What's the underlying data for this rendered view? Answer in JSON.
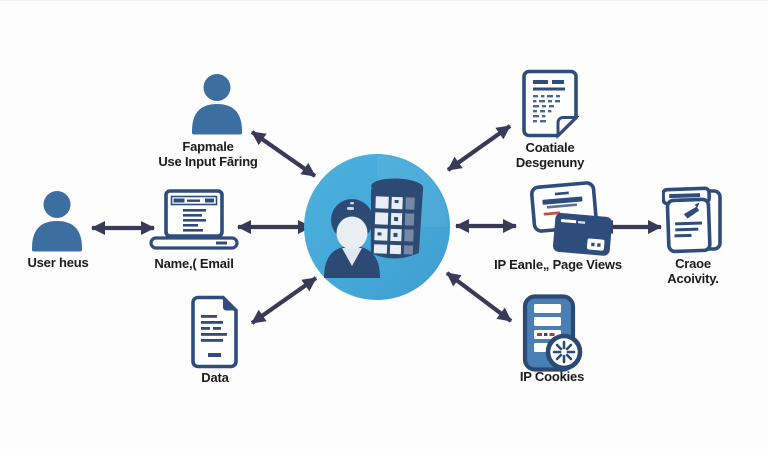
{
  "diagram": {
    "type": "hub-and-spoke data flow diagram",
    "background": "#fdfdfd",
    "colors": {
      "person_fill": "#3c6f9f",
      "line_icon_outline": "#2e4d7c",
      "arrow": "#3a3a58",
      "hub_circle": "#45a8d8",
      "hub_figures": "#2c4a74",
      "label_text": "#1b1b1b",
      "accent_red": "#c05048",
      "phone_fill": "#4a7fb3"
    },
    "hub": {
      "icon": "person-and-database-building-icon",
      "description": "central blue circle with dark figure and building"
    },
    "nodes": {
      "user": {
        "icon": "person-icon",
        "label": "User heus"
      },
      "form_person": {
        "icon": "person-icon",
        "label1": "Fapmale",
        "label2": "Use Input Fāring"
      },
      "laptop": {
        "icon": "laptop-browser-icon",
        "label": "Name,( Email"
      },
      "data_doc": {
        "icon": "document-icon",
        "label": "Data"
      },
      "content_doc": {
        "icon": "document-text-icon",
        "label1": "Coatiale",
        "label2": "Desgenuny"
      },
      "cards": {
        "icon": "id-cards-icon",
        "label": "IP Eanle„ Page Views"
      },
      "activity_docs": {
        "icon": "stacked-documents-pen-icon",
        "label1": "Craoe",
        "label2": "Acoivity."
      },
      "cookies_phone": {
        "icon": "phone-clock-icon",
        "label": "IP Cookies"
      }
    },
    "connections": [
      {
        "from": "user",
        "to": "laptop",
        "bidirectional": true
      },
      {
        "from": "laptop",
        "to": "hub",
        "bidirectional": true
      },
      {
        "from": "form_person",
        "to": "hub",
        "bidirectional": true
      },
      {
        "from": "data_doc",
        "to": "hub",
        "bidirectional": true
      },
      {
        "from": "hub",
        "to": "content_doc",
        "bidirectional": true
      },
      {
        "from": "hub",
        "to": "cards",
        "bidirectional": true
      },
      {
        "from": "hub",
        "to": "cookies_phone",
        "bidirectional": true
      },
      {
        "from": "cards",
        "to": "activity_docs",
        "bidirectional": true
      }
    ]
  }
}
